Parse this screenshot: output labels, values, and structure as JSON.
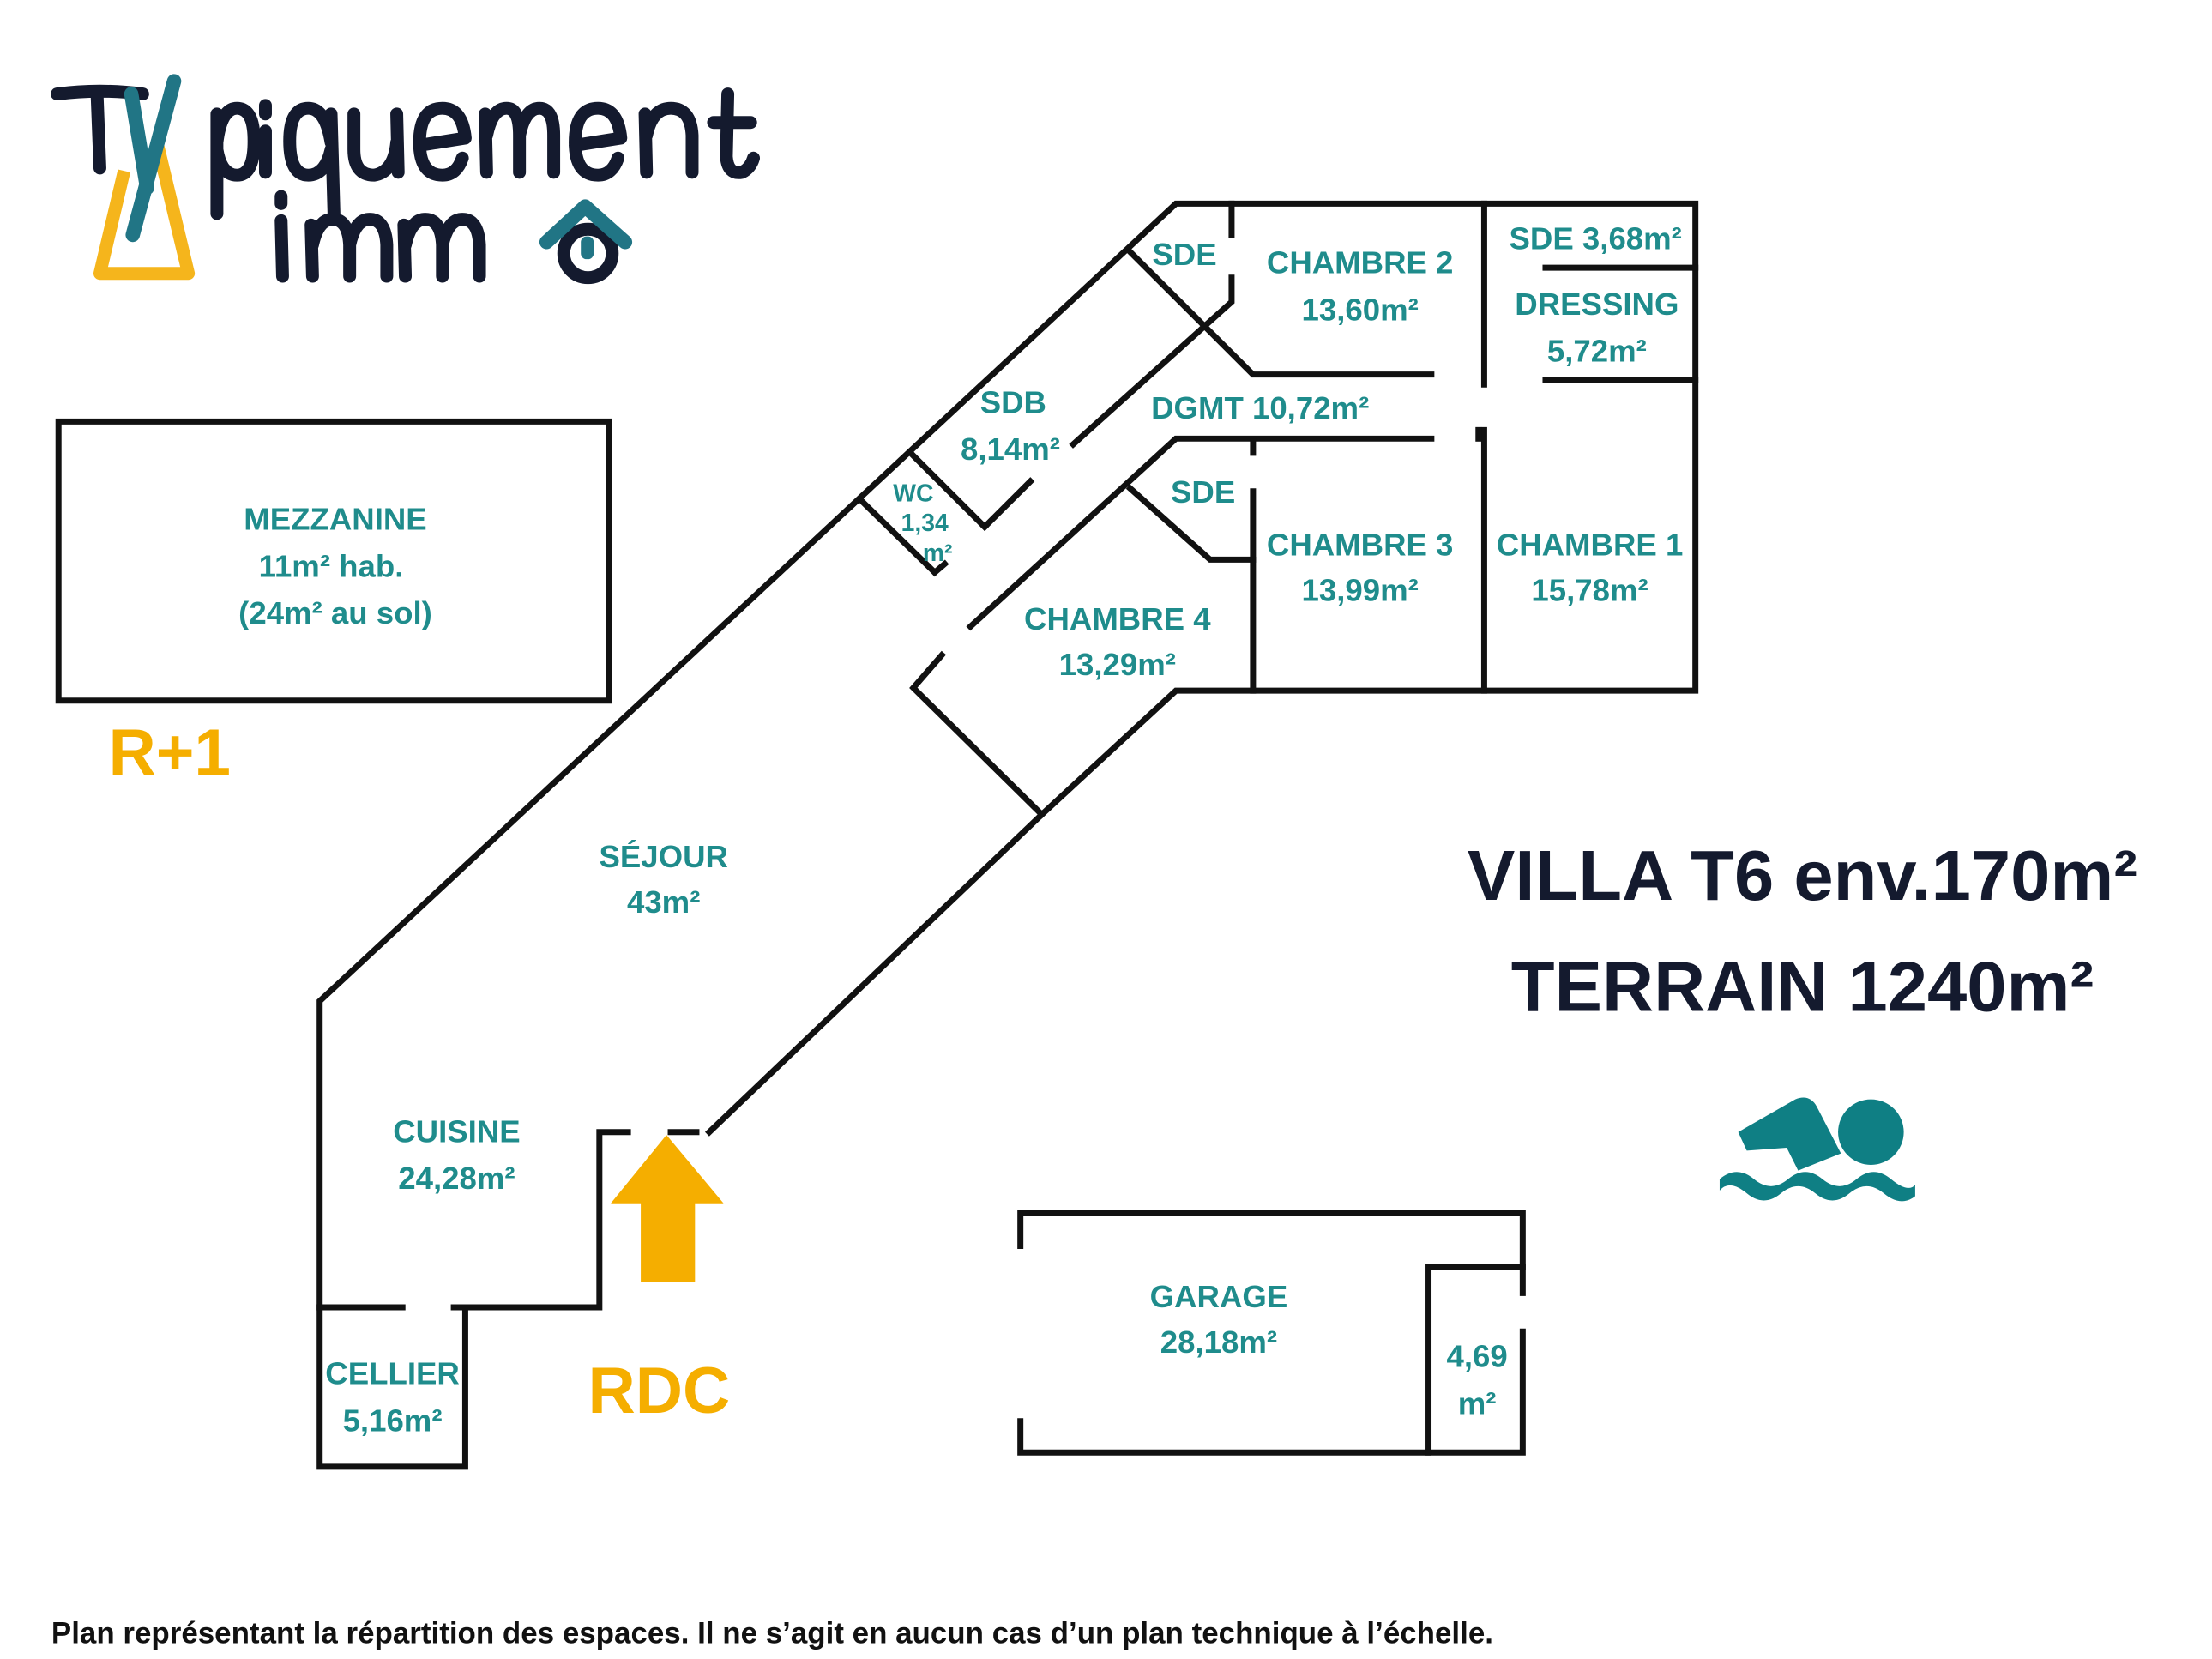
{
  "logo": {
    "word1_first": "T",
    "word1_rest": "piquement",
    "word2": "imm",
    "full": "Typiquement immo"
  },
  "colors": {
    "teal": "#1f8c8c",
    "logo_teal": "#217585",
    "yellow": "#f5ae00",
    "navy": "#141a2e",
    "wall": "#111111"
  },
  "levels": {
    "upper": "R+1",
    "ground": "RDC"
  },
  "headline": {
    "line1": "VILLA T6 env.170m²",
    "line2": "TERRAIN 1240m²"
  },
  "rooms": {
    "mezzanine": [
      "MEZZANINE",
      "11m² hab.",
      "(24m² au sol)"
    ],
    "sde1": [
      "SDE"
    ],
    "chambre2": [
      "CHAMBRE 2",
      "13,60m²"
    ],
    "sde2": [
      "SDE 3,68m²"
    ],
    "dressing": [
      "DRESSING",
      "5,72m²"
    ],
    "sdb": [
      "SDB",
      "8,14m²"
    ],
    "dgmt": [
      "DGMT 10,72m²"
    ],
    "wc": [
      "WC",
      "1,34",
      "m²"
    ],
    "sde3": [
      "SDE"
    ],
    "chambre3": [
      "CHAMBRE 3",
      "13,99m²"
    ],
    "chambre1": [
      "CHAMBRE 1",
      "15,78m²"
    ],
    "chambre4": [
      "CHAMBRE 4",
      "13,29m²"
    ],
    "sejour": [
      "SÉJOUR",
      "43m²"
    ],
    "cuisine": [
      "CUISINE",
      "24,28m²"
    ],
    "cellier": [
      "CELLIER",
      "5,16m²"
    ],
    "garage": [
      "GARAGE",
      "28,18m²"
    ],
    "garage_annex": [
      "4,69",
      "m²"
    ]
  },
  "icons": {
    "pool": "swimmer-icon",
    "entrance": "arrow-up-icon"
  },
  "disclaimer": "Plan représentant la répartition des espaces. Il ne s’agit en aucun cas d’un plan technique à l’échelle."
}
